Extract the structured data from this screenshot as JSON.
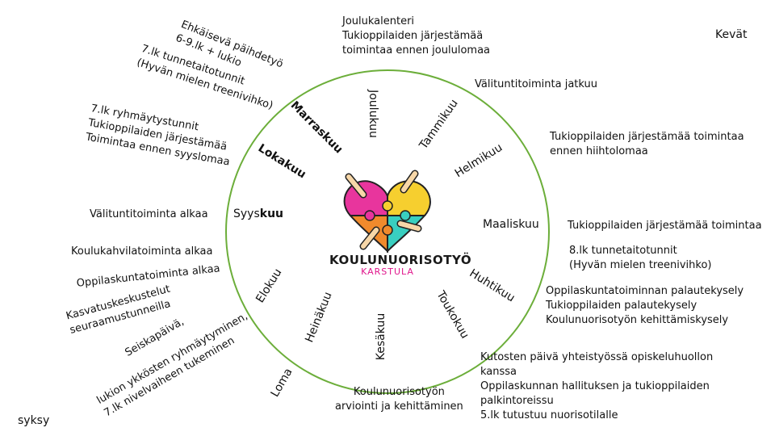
{
  "seasons": {
    "spring": "Kevät",
    "autumn": "syksy"
  },
  "months": {
    "joulukuu": "Joulukuu",
    "tammikuu": "Tammikuu",
    "helmikuu": "Helmikuu",
    "maaliskuu": "Maaliskuu",
    "huhtikuu": "Huhtikuu",
    "toukokuu": "Toukokuu",
    "kesakuu": "Kesäkuu",
    "heinakuu": "Heinäkuu",
    "elokuu": "Elokuu",
    "syyskuu_prefix": "Syys",
    "syyskuu_suffix": "kuu",
    "lokakuu": "Lokakuu",
    "marraskuu": "Marraskuu"
  },
  "loma": "Loma",
  "logo": {
    "line1": "KOULUNUORISOTYÖ",
    "line2": "KARSTULA"
  },
  "activities": {
    "joulukuu": [
      "Joulukalenteri",
      "Tukioppilaiden järjestämää",
      "toimintaa ennen joululomaa"
    ],
    "tammikuu": [
      "Välituntitoiminta jatkuu"
    ],
    "helmikuu": [
      "Tukioppilaiden järjestämää toimintaa",
      "ennen hiihtolomaa"
    ],
    "maaliskuu_a": [
      "Tukioppilaiden järjestämää toimintaa"
    ],
    "maaliskuu_b": [
      "8.lk tunnetaitotunnit",
      "(Hyvän mielen treenivihko)"
    ],
    "huhtikuu": [
      "Oppilaskuntatoiminnan palautekysely",
      "Tukioppilaiden palautekysely",
      "Koulunuorisotyön kehittämiskysely"
    ],
    "toukokuu": [
      "Kutosten päivä yhteistyössä opiskeluhuollon",
      "kanssa",
      "Oppilaskunnan hallituksen ja tukioppilaiden",
      "palkintoreissu",
      "5.lk tutustuu nuorisotilalle"
    ],
    "kesakuu": [
      "Koulunuorisotyön",
      "arviointi ja kehittäminen"
    ],
    "marraskuu_a": [
      "Ehkäisevä päihdetyö",
      "6-9.lk + lukio"
    ],
    "marraskuu_b": [
      "7.lk tunnetaitotunnit",
      "(Hyvän mielen treenivihko)"
    ],
    "lokakuu": [
      "7.lk ryhmäytystunnit",
      "Tukioppilaiden järjestämää",
      "Toimintaa ennen syyslomaa"
    ],
    "syyskuu": [
      "Välituntitoiminta alkaa"
    ],
    "elokuu_a": [
      "Koulukahvilatoiminta alkaa"
    ],
    "elokuu_b": [
      "Oppilaskuntatoiminta alkaa"
    ],
    "elokuu_c": [
      "Kasvatuskeskustelut",
      "seuraamustunneilla"
    ],
    "elokuu_d": [
      "Seiskapäivä,",
      "lukion ykkösten ryhmäytyminen,",
      "7.lk nivelvaiheen tukeminen"
    ]
  },
  "colors": {
    "ring": "#6cae3a",
    "pink": "#e8359d",
    "yellow": "#f6cf2f",
    "teal": "#39cfc0",
    "orange": "#f08a2c",
    "skin": "#f7d7a8",
    "brand_pink": "#e0168c"
  }
}
